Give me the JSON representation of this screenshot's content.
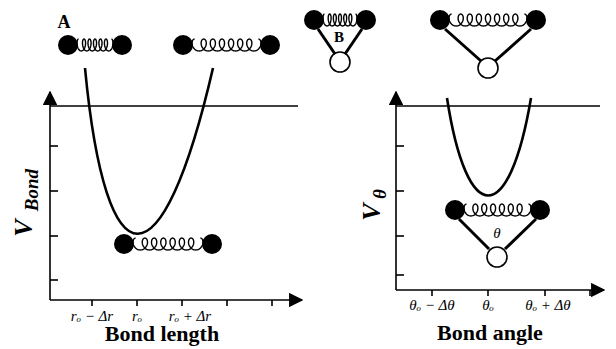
{
  "diagram": {
    "labels": [
      "A",
      "V",
      "Bond",
      "rₒ − Δr",
      "rₒ",
      "rₒ + Δr",
      "Bond length",
      "B",
      "θ",
      "V",
      "θ",
      "θₒ − Δθ",
      "θₒ",
      "θₒ + Δθ",
      "Bond angle"
    ]
  }
}
